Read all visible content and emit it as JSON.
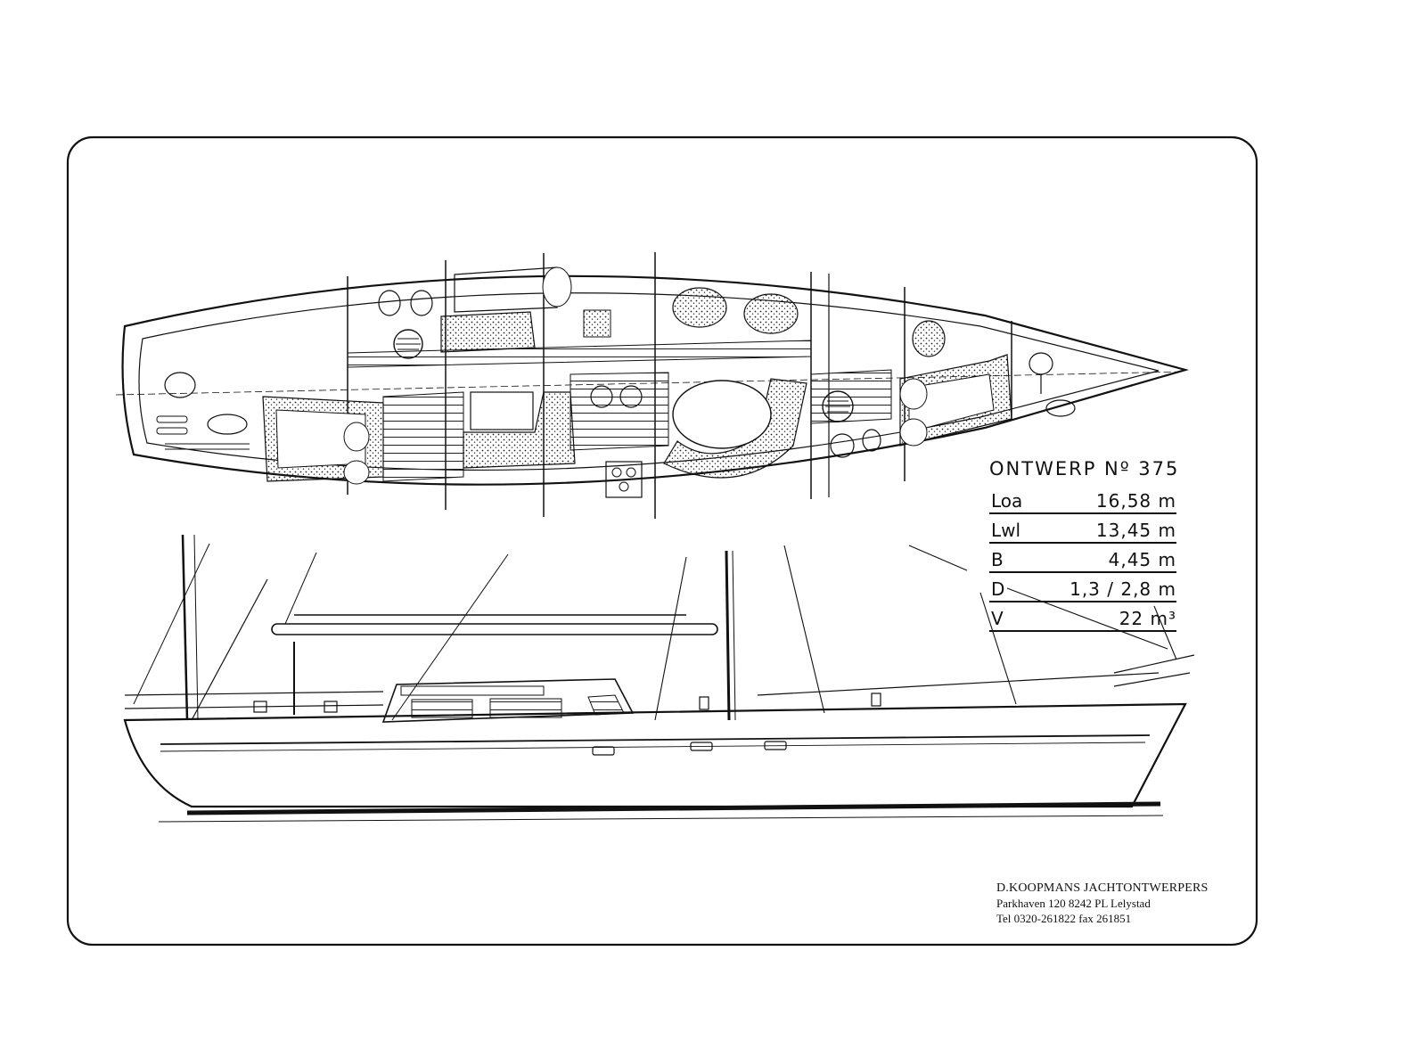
{
  "drawing": {
    "design_title": "ONTWERP Nº 375",
    "specs": [
      {
        "key": "Loa",
        "value": "16,58 m"
      },
      {
        "key": "Lwl",
        "value": "13,45 m"
      },
      {
        "key": "B",
        "value": "4,45 m"
      },
      {
        "key": "D",
        "value": "1,3 / 2,8 m"
      },
      {
        "key": "V",
        "value": "22  m³"
      }
    ]
  },
  "title_block": {
    "company": "D.KOOPMANS JACHTONTWERPERS",
    "address": "Parkhaven 120 8242 PL Lelystad",
    "contact": "Tel 0320-261822 fax 261851"
  },
  "colors": {
    "ink": "#111111",
    "paper": "#ffffff"
  }
}
